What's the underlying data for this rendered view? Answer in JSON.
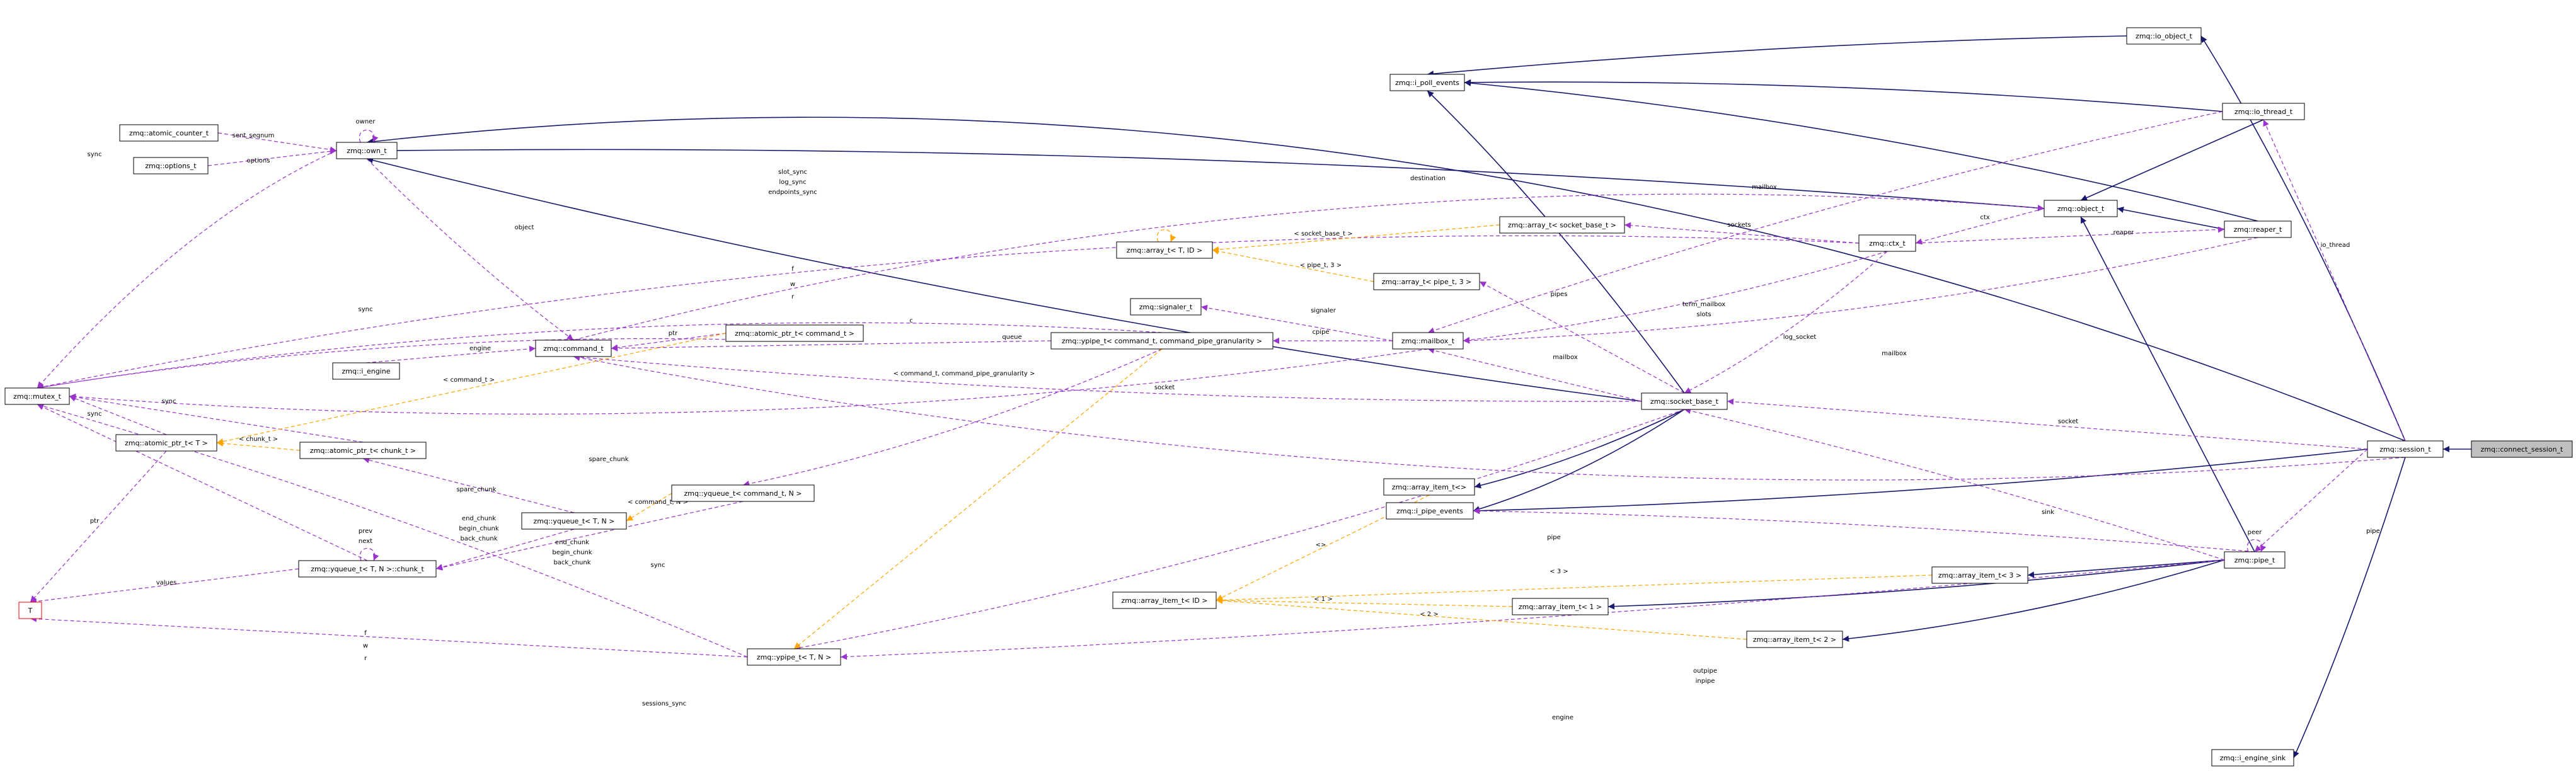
{
  "colors": {
    "inheritance": "#191970",
    "usage": "#9a32cd",
    "template": "#ffa500",
    "node_border": "#000000",
    "node_fill": "#ffffff",
    "focus_fill": "#bfbfbf",
    "T_border": "#ff0000"
  },
  "nodes": [
    {
      "id": "connect_session",
      "label": "zmq::connect_session_t",
      "focus": true
    },
    {
      "id": "session",
      "label": "zmq::session_t"
    },
    {
      "id": "io_object",
      "label": "zmq::io_object_t"
    },
    {
      "id": "i_poll_events",
      "label": "zmq::i_poll_events"
    },
    {
      "id": "io_thread",
      "label": "zmq::io_thread_t"
    },
    {
      "id": "object",
      "label": "zmq::object_t"
    },
    {
      "id": "reaper",
      "label": "zmq::reaper_t"
    },
    {
      "id": "ctx",
      "label": "zmq::ctx_t"
    },
    {
      "id": "array_socket_base",
      "label": "zmq::array_t< socket_base_t >"
    },
    {
      "id": "array_T_ID",
      "label": "zmq::array_t< T, ID >"
    },
    {
      "id": "array_pipe3",
      "label": "zmq::array_t< pipe_t, 3 >"
    },
    {
      "id": "signaler",
      "label": "zmq::signaler_t"
    },
    {
      "id": "mailbox",
      "label": "zmq::mailbox_t"
    },
    {
      "id": "socket_base",
      "label": "zmq::socket_base_t"
    },
    {
      "id": "array_item",
      "label": "zmq::array_item_t<>"
    },
    {
      "id": "i_pipe_events",
      "label": "zmq::i_pipe_events"
    },
    {
      "id": "pipe",
      "label": "zmq::pipe_t"
    },
    {
      "id": "array_item3",
      "label": "zmq::array_item_t< 3 >"
    },
    {
      "id": "array_item_ID",
      "label": "zmq::array_item_t< ID >"
    },
    {
      "id": "array_item1",
      "label": "zmq::array_item_t< 1 >"
    },
    {
      "id": "array_item2",
      "label": "zmq::array_item_t< 2 >"
    },
    {
      "id": "i_engine_sink",
      "label": "zmq::i_engine_sink"
    },
    {
      "id": "ypipe_cmd",
      "label": "zmq::ypipe_t< command_t, command_pipe_granularity >"
    },
    {
      "id": "atomic_ptr_cmd",
      "label": "zmq::atomic_ptr_t< command_t >"
    },
    {
      "id": "command",
      "label": "zmq::command_t"
    },
    {
      "id": "own",
      "label": "zmq::own_t"
    },
    {
      "id": "atomic_counter",
      "label": "zmq::atomic_counter_t"
    },
    {
      "id": "options",
      "label": "zmq::options_t"
    },
    {
      "id": "mutex",
      "label": "zmq::mutex_t"
    },
    {
      "id": "i_engine",
      "label": "zmq::i_engine"
    },
    {
      "id": "atomic_ptr_T",
      "label": "zmq::atomic_ptr_t< T >"
    },
    {
      "id": "atomic_ptr_chunk",
      "label": "zmq::atomic_ptr_t< chunk_t >"
    },
    {
      "id": "yqueue_cmd",
      "label": "zmq::yqueue_t< command_t, N >"
    },
    {
      "id": "yqueue_TN",
      "label": "zmq::yqueue_t< T, N >"
    },
    {
      "id": "chunk",
      "label": "zmq::yqueue_t< T, N >::chunk_t"
    },
    {
      "id": "T",
      "label": "T"
    },
    {
      "id": "ypipe_TN",
      "label": "zmq::ypipe_t< T, N >"
    }
  ],
  "edge_labels": [
    {
      "id": "el_sent_seqnum",
      "text": "sent_seqnum"
    },
    {
      "id": "el_options",
      "text": "options"
    },
    {
      "id": "el_owner",
      "text": "owner"
    },
    {
      "id": "el_sync_top",
      "text": "sync"
    },
    {
      "id": "el_slot_sync",
      "text": "slot_sync"
    },
    {
      "id": "el_log_sync",
      "text": "log_sync"
    },
    {
      "id": "el_endpoints_sync",
      "text": "endpoints_sync"
    },
    {
      "id": "el_destination",
      "text": "destination"
    },
    {
      "id": "el_mailbox_top",
      "text": "mailbox"
    },
    {
      "id": "el_object",
      "text": "object"
    },
    {
      "id": "el_socket_base_t",
      "text": "< socket_base_t >"
    },
    {
      "id": "el_sockets",
      "text": "sockets"
    },
    {
      "id": "el_ctx",
      "text": "ctx"
    },
    {
      "id": "el_reaper",
      "text": "reaper"
    },
    {
      "id": "el_io_thread",
      "text": "io_thread"
    },
    {
      "id": "el_pipe_t_3",
      "text": "< pipe_t, 3 >"
    },
    {
      "id": "el_f",
      "text": "f"
    },
    {
      "id": "el_w",
      "text": "w"
    },
    {
      "id": "el_r",
      "text": "r"
    },
    {
      "id": "el_sync_mid",
      "text": "sync"
    },
    {
      "id": "el_c",
      "text": "c"
    },
    {
      "id": "el_pipes",
      "text": "pipes"
    },
    {
      "id": "el_term_mailbox",
      "text": "term_mailbox"
    },
    {
      "id": "el_slots",
      "text": "slots"
    },
    {
      "id": "el_signaler",
      "text": "signaler"
    },
    {
      "id": "el_engine",
      "text": "engine"
    },
    {
      "id": "el_ptr_mid",
      "text": "ptr"
    },
    {
      "id": "el_queue",
      "text": "queue"
    },
    {
      "id": "el_cpipe",
      "text": "cpipe"
    },
    {
      "id": "el_log_socket",
      "text": "log_socket"
    },
    {
      "id": "el_cmdt_left",
      "text": "< command_t >"
    },
    {
      "id": "el_cmdt_gran",
      "text": "< command_t, command_pipe_granularity >"
    },
    {
      "id": "el_mailbox_mid",
      "text": "mailbox"
    },
    {
      "id": "el_mailbox_right",
      "text": "mailbox"
    },
    {
      "id": "el_sync_left",
      "text": "sync"
    },
    {
      "id": "el_socket_mid",
      "text": "socket"
    },
    {
      "id": "el_socket_right",
      "text": "socket"
    },
    {
      "id": "el_sync_left2",
      "text": "sync"
    },
    {
      "id": "el_chunk_t",
      "text": "< chunk_t >"
    },
    {
      "id": "el_spare_chunk",
      "text": "spare_chunk"
    },
    {
      "id": "el_spare_chunk2",
      "text": "spare_chunk"
    },
    {
      "id": "el_ptr_left",
      "text": "ptr"
    },
    {
      "id": "el_cmdt_N",
      "text": "< command_t, N >"
    },
    {
      "id": "el_prev",
      "text": "prev"
    },
    {
      "id": "el_next",
      "text": "next"
    },
    {
      "id": "el_end_chunk",
      "text": "end_chunk"
    },
    {
      "id": "el_begin_chunk",
      "text": "begin_chunk"
    },
    {
      "id": "el_back_chunk",
      "text": "back_chunk"
    },
    {
      "id": "el_end_chunk2",
      "text": "end_chunk"
    },
    {
      "id": "el_begin_chunk2",
      "text": "begin_chunk"
    },
    {
      "id": "el_back_chunk2",
      "text": "back_chunk"
    },
    {
      "id": "el_values",
      "text": "values"
    },
    {
      "id": "el_sync_bottom",
      "text": "sync"
    },
    {
      "id": "el_lt_gt",
      "text": "<>"
    },
    {
      "id": "el_pipe",
      "text": "pipe"
    },
    {
      "id": "el_sink",
      "text": "sink"
    },
    {
      "id": "el_peer",
      "text": "peer"
    },
    {
      "id": "el_pipe_right",
      "text": "pipe"
    },
    {
      "id": "el_3",
      "text": "< 3 >"
    },
    {
      "id": "el_1",
      "text": "< 1 >"
    },
    {
      "id": "el_2",
      "text": "< 2 >"
    },
    {
      "id": "el_f2",
      "text": "f"
    },
    {
      "id": "el_w2",
      "text": "w"
    },
    {
      "id": "el_r2",
      "text": "r"
    },
    {
      "id": "el_sessions_sync",
      "text": "sessions_sync"
    },
    {
      "id": "el_outpipe",
      "text": "outpipe"
    },
    {
      "id": "el_inpipe",
      "text": "inpipe"
    },
    {
      "id": "el_engine_bottom",
      "text": "engine"
    }
  ]
}
